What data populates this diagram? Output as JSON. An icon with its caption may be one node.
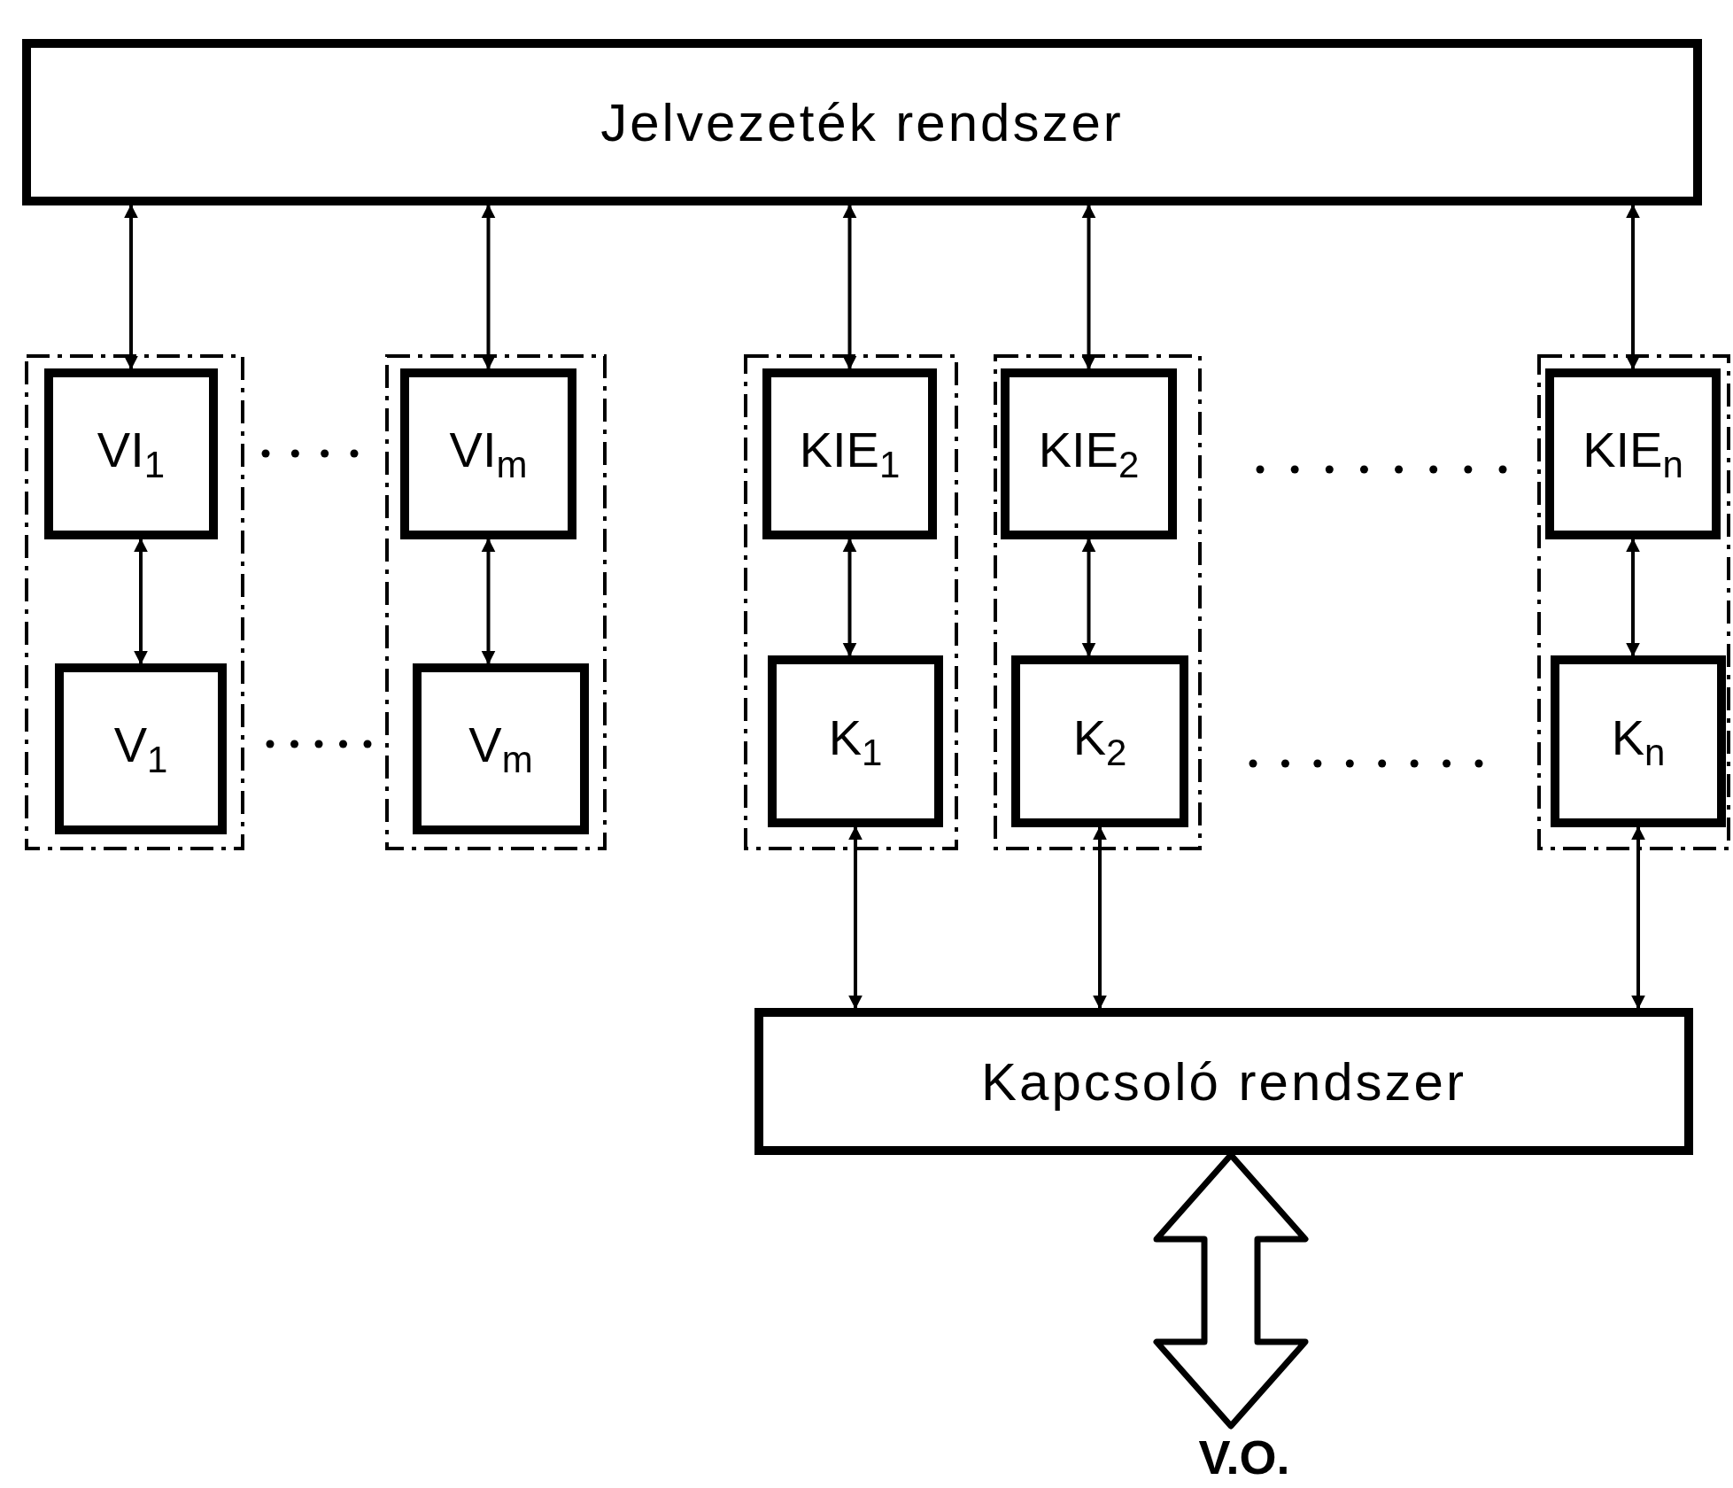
{
  "diagram": {
    "nodes": [
      {
        "text": [
          "Jelvezeték rendszer"
        ]
      },
      {
        "text": [],
        "shape": "box"
      },
      {
        "text": [
          "VI$_{1}$"
        ],
        "in": 1
      },
      {
        "text": [
          "V$_{1}$"
        ],
        "in": 1
      },
      {
        "text": [],
        "shape": "box"
      },
      {
        "text": [
          "VI$_{m}$"
        ],
        "in": 4
      },
      {
        "text": [
          "V$_{m}$"
        ],
        "in": 4
      },
      {
        "text": [],
        "shape": "box"
      },
      {
        "text": [
          "KIE$_{1}$"
        ],
        "in": 7
      },
      {
        "text": [
          "K$_{1}$"
        ],
        "in": 7
      },
      {
        "text": [],
        "shape": "box"
      },
      {
        "text": [
          "KIE$_{2}$"
        ],
        "in": 10
      },
      {
        "text": [
          "K$_{2}$"
        ],
        "in": 10
      },
      {
        "text": [],
        "shape": "box"
      },
      {
        "text": [
          "KIE$_{n}$"
        ],
        "in": 13
      },
      {
        "text": [
          "K$_{n}$"
        ],
        "in": 13
      },
      {
        "text": [
          "Kapcsoló rendszer"
        ]
      },
      {
        "text": [
          "V.O."
        ]
      }
    ],
    "edges": [
      {
        "from": 0,
        "to": 2,
        "arrow": "both"
      },
      {
        "from": 0,
        "to": 5,
        "arrow": "both"
      },
      {
        "from": 0,
        "to": 8,
        "arrow": "both"
      },
      {
        "from": 0,
        "to": 11,
        "arrow": "both"
      },
      {
        "from": 0,
        "to": 14,
        "arrow": "both"
      },
      {
        "from": 2,
        "to": 3,
        "arrow": "both"
      },
      {
        "from": 5,
        "to": 6,
        "arrow": "both"
      },
      {
        "from": 8,
        "to": 9,
        "arrow": "both"
      },
      {
        "from": 11,
        "to": 12,
        "arrow": "both"
      },
      {
        "from": 14,
        "to": 15,
        "arrow": "both"
      },
      {
        "from": 9,
        "to": 16,
        "arrow": "both"
      },
      {
        "from": 12,
        "to": 16,
        "arrow": "both"
      },
      {
        "from": 15,
        "to": 16,
        "arrow": "both"
      },
      {
        "from": 16,
        "to": 17,
        "arrow": "both",
        "style": "thick"
      }
    ]
  }
}
